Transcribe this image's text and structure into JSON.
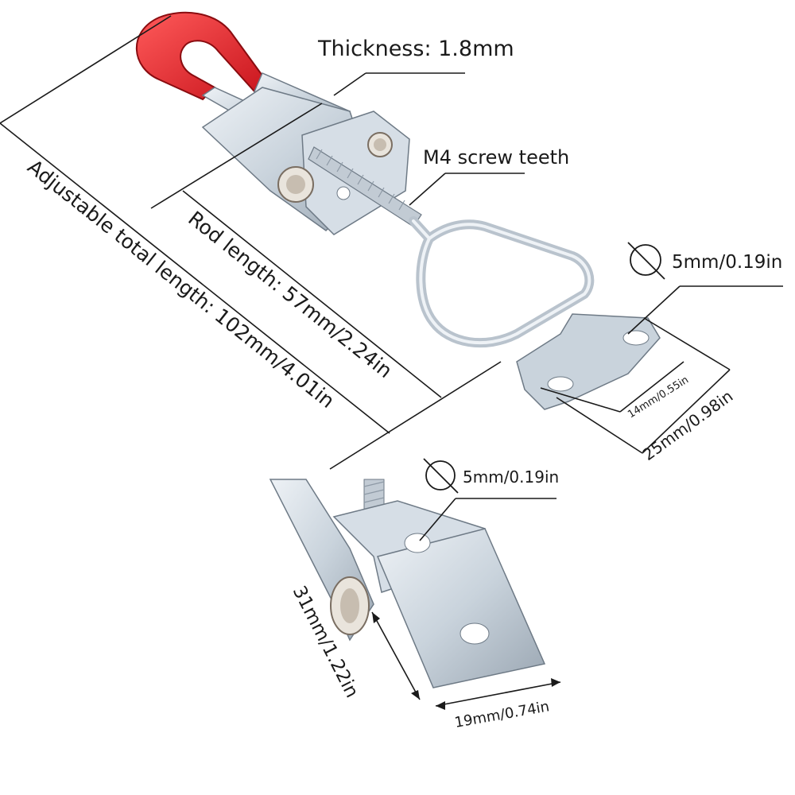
{
  "labels": {
    "thickness": "Thickness: 1.8mm",
    "screw": "M4 screw teeth",
    "hole_top": "5mm/0.19in",
    "rod_length": "Rod length: 57mm/2.24in",
    "total_length": "Adjustable total length: 102mm/4.01in",
    "hole_spacing": "14mm/0.55in",
    "plate_width": "25mm/0.98in",
    "hole_bottom": "5mm/0.19in",
    "plate_length": "31mm/1.22in",
    "plate_width_bottom": "19mm/0.74in"
  },
  "icons": {
    "diameter": "diameter-icon"
  },
  "colors": {
    "handle_grip": "#e0242a",
    "metal": "#c9d3dc",
    "metal_dark": "#8e9aa6",
    "line": "#1a1a1a"
  }
}
